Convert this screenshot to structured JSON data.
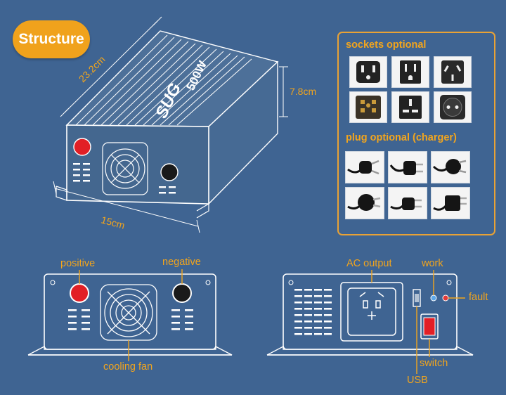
{
  "title": "Structure",
  "product": {
    "brand": "SUG",
    "power": "500W"
  },
  "dimensions": {
    "length": "23.2cm",
    "height": "7.8cm",
    "width": "15cm"
  },
  "options": {
    "sockets_heading": "sockets optional",
    "sockets": [
      "us-nema-5-15-socket-icon",
      "us-nema-socket-icon",
      "australian-socket-icon",
      "universal-socket-icon",
      "uk-socket-icon",
      "schuko-socket-icon"
    ],
    "plugs_heading": "plug optional (charger)",
    "plugs": [
      "australian-plug-icon",
      "us-plug-3pin-icon",
      "indian-plug-icon",
      "schuko-plug-icon",
      "us-plug-2pin-icon",
      "uk-plug-icon"
    ]
  },
  "front_panel": {
    "positive": "positive",
    "negative": "negative",
    "cooling_fan": "cooling fan"
  },
  "rear_panel": {
    "ac_output": "AC output",
    "work": "work",
    "fault": "fault",
    "switch": "switch",
    "usb": "USB"
  },
  "colors": {
    "background": "#3f6492",
    "accent": "#f0a21c",
    "positive_terminal": "#e21f26",
    "negative_terminal": "#1a1a1a",
    "work_led": "#5fa8e8",
    "fault_led": "#e23a3a"
  }
}
